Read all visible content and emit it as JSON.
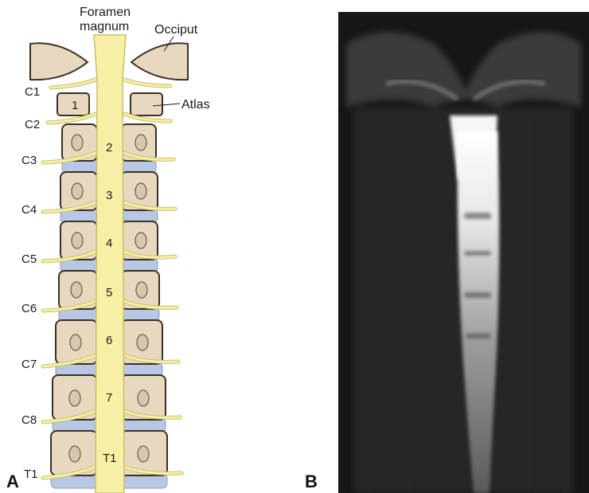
{
  "panel_a": {
    "letter": "A",
    "labels": {
      "foramen_magnum_line1": "Foramen",
      "foramen_magnum_line2": "magnum",
      "occiput": "Occiput",
      "atlas": "Atlas"
    },
    "nerve_roots": [
      "C1",
      "C2",
      "C3",
      "C4",
      "C5",
      "C6",
      "C7",
      "C8",
      "T1"
    ],
    "vertebra_numbers": [
      "1",
      "2",
      "3",
      "4",
      "5",
      "6",
      "7",
      "T1"
    ]
  },
  "panel_b": {
    "letter": "B"
  },
  "colors": {
    "cord": "#f7f0a4",
    "cord_outline": "#c7bf6d",
    "bone": "#e8d8c0",
    "bone_outline": "#3a3024",
    "disc": "#b8c7e3",
    "mri_background": "#161616",
    "mri_cord_bright": "#f2f2f2"
  }
}
